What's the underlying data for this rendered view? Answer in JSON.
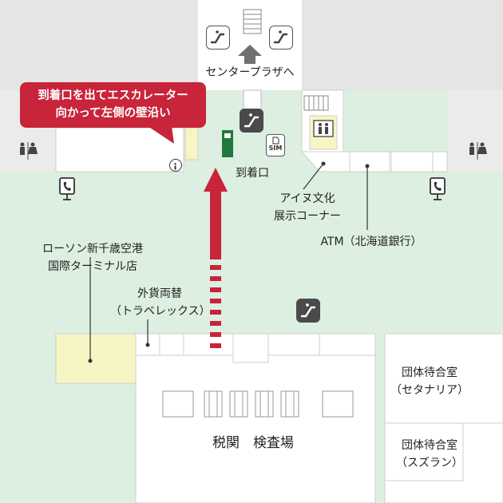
{
  "labels": {
    "center_plaza": "センタープラザへ",
    "arrival_gate": "到着口",
    "ainu_corner_line1": "アイヌ文化",
    "ainu_corner_line2": "展示コーナー",
    "atm": "ATM（北海道銀行）",
    "lawson_line1": "ローソン新千歳空港",
    "lawson_line2": "国際ターミナル店",
    "exchange_line1": "外貨両替",
    "exchange_line2": "（トラベレックス）",
    "customs": "税関　検査場",
    "group_room1_line1": "団体待合室",
    "group_room1_line2": "（セタナリア）",
    "group_room2_line1": "団体待合室",
    "group_room2_line2": "（スズラン）",
    "sim": "SIM"
  },
  "callout": {
    "line1": "到着口を出てエスカレーター",
    "line2": "向かって左側の壁沿い"
  },
  "icons": [
    "escalator-icon",
    "stairs-icon",
    "up-arrow-icon",
    "restroom-icon",
    "phone-icon",
    "elevator-icon",
    "info-icon",
    "sim-icon"
  ],
  "colors": {
    "floor_green": "#dcefe0",
    "wall_gray": "#e5e5e5",
    "highlight_yellow": "#f7f5c4",
    "route_red": "#c8243a",
    "dark_icon": "#4a4a4a",
    "arrow_gray": "#707070"
  }
}
